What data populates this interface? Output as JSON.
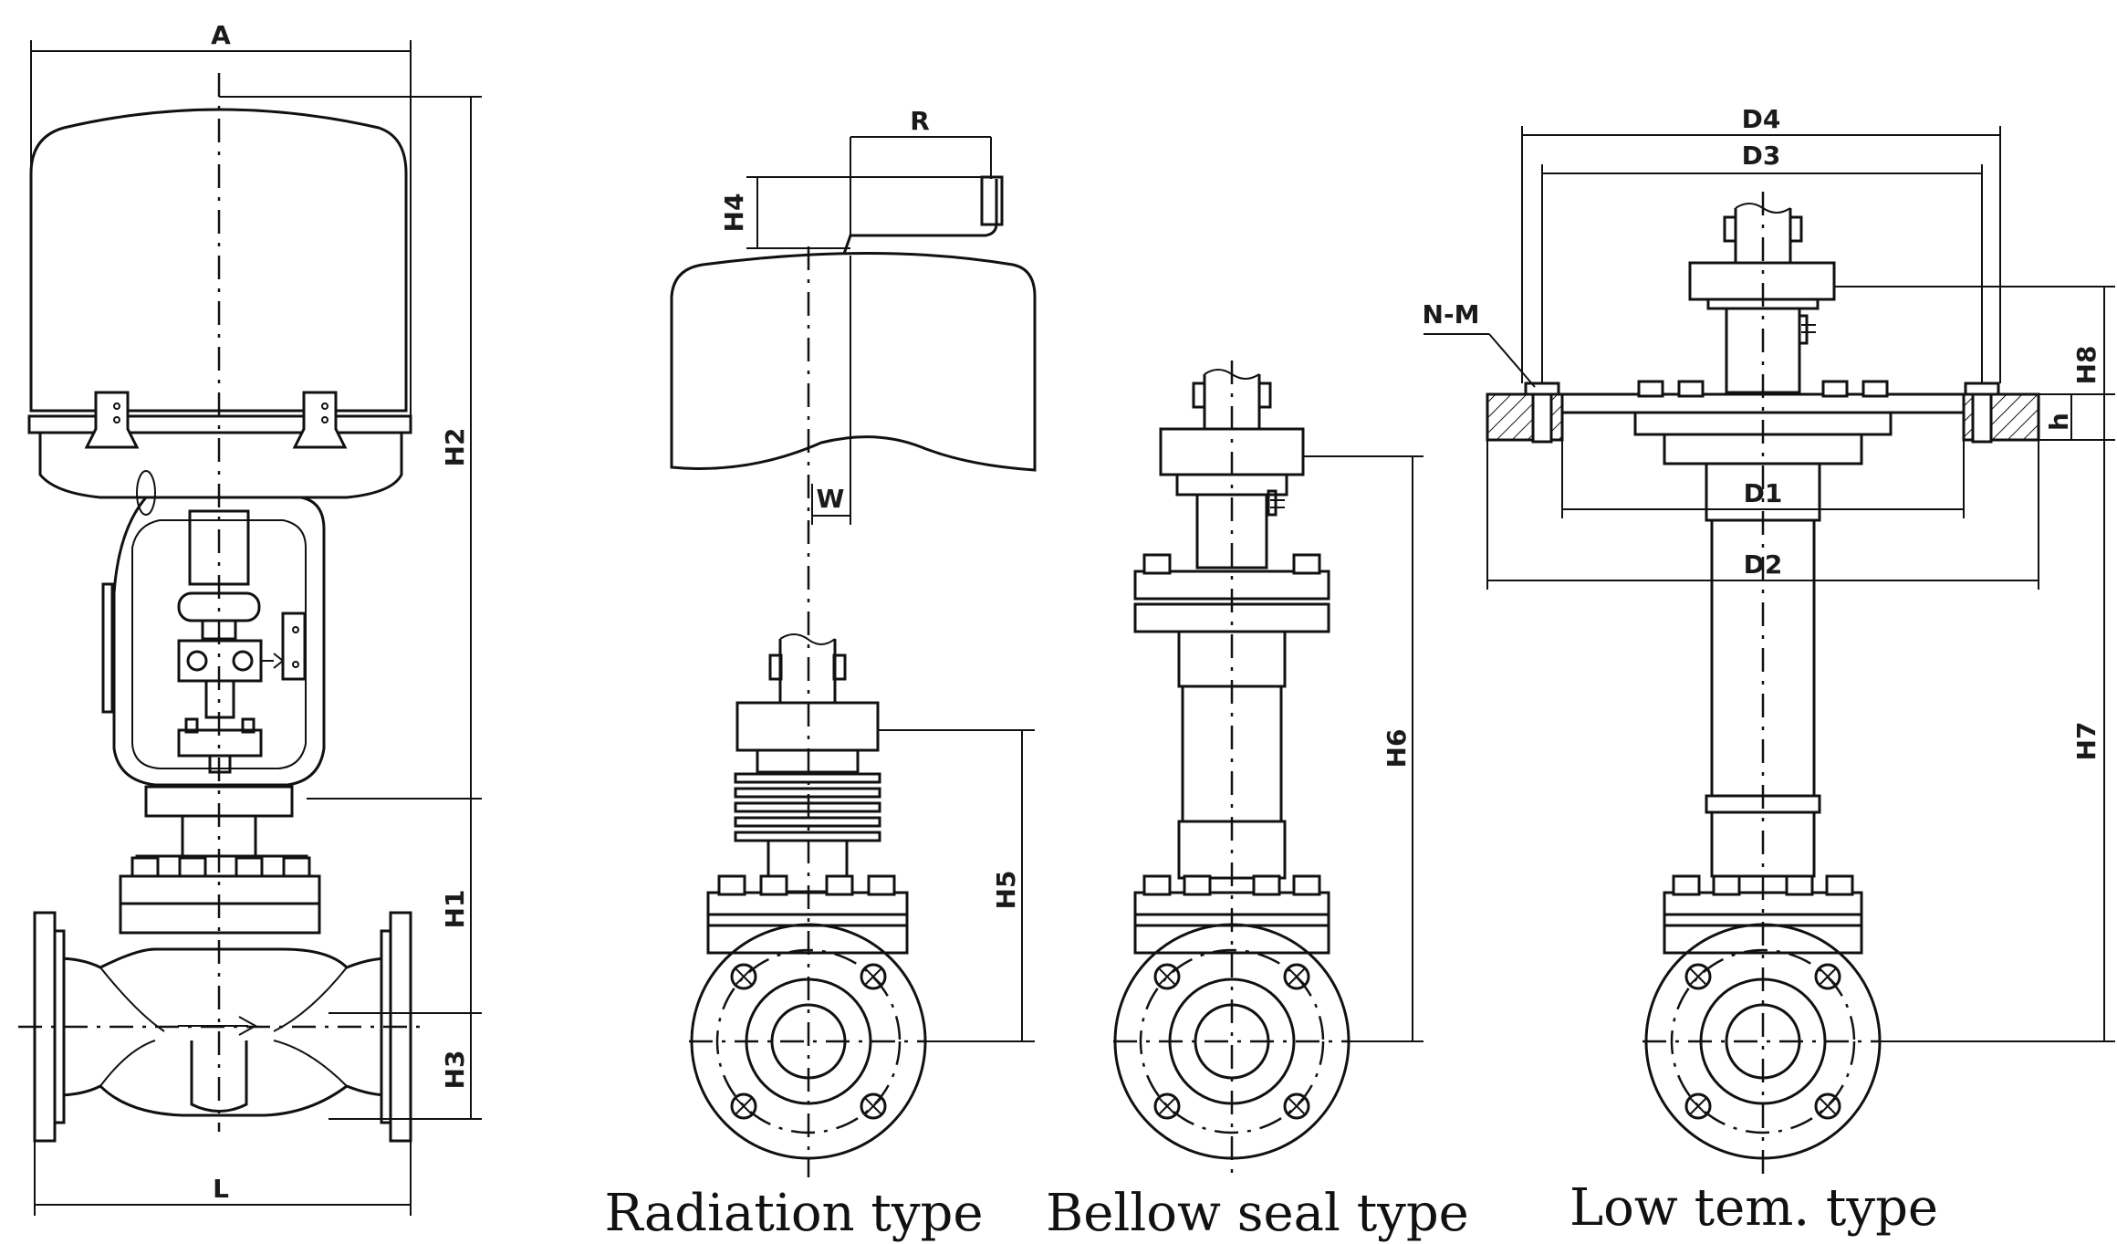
{
  "views": [
    {
      "id": "standard",
      "caption": ""
    },
    {
      "id": "radiation",
      "caption": "Radiation type"
    },
    {
      "id": "bellow",
      "caption": "Bellow seal type"
    },
    {
      "id": "low_temp",
      "caption": "Low tem. type"
    }
  ],
  "dimension_labels": {
    "A": "A",
    "L": "L",
    "H1": "H1",
    "H2": "H2",
    "H3": "H3",
    "R": "R",
    "H4": "H4",
    "W": "W",
    "H5": "H5",
    "H6": "H6",
    "D1": "D1",
    "D2": "D2",
    "D3": "D3",
    "D4": "D4",
    "N_M": "N-M",
    "H7": "H7",
    "H8": "H8",
    "h": "h"
  },
  "colors": {
    "line": "#111111",
    "background": "#ffffff"
  }
}
